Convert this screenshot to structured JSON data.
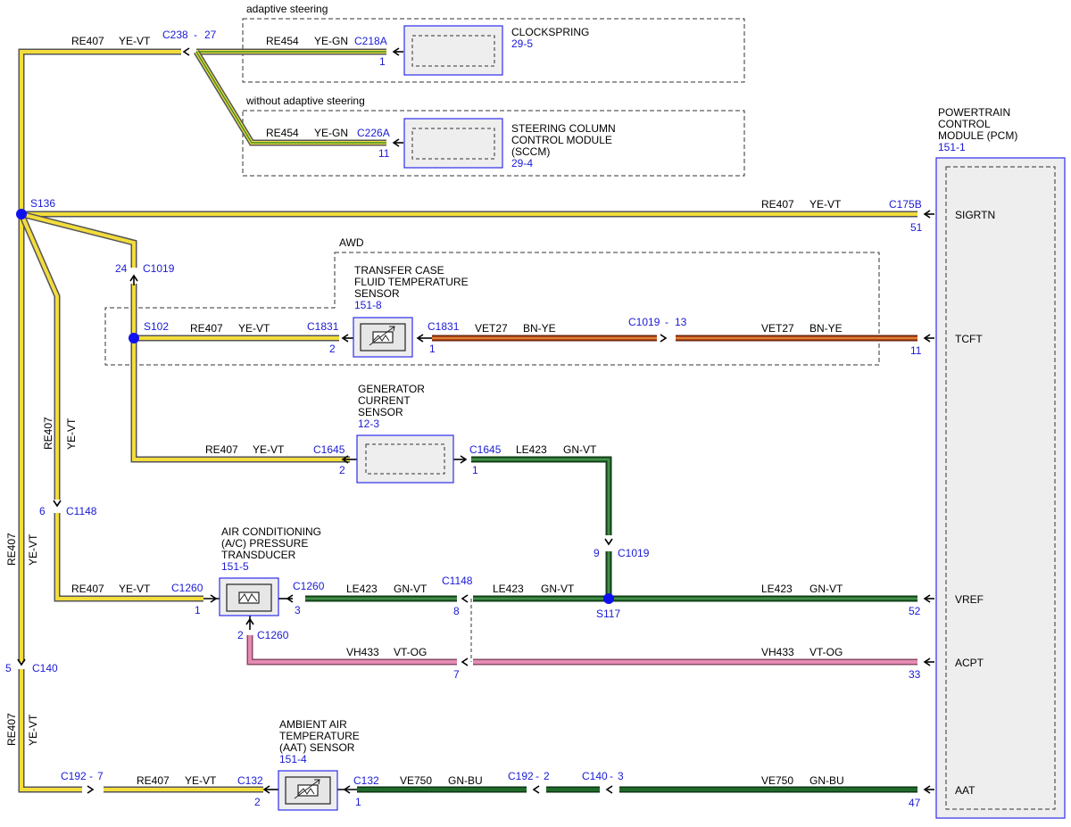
{
  "colors": {
    "ye_vt_wire": "#f2dd3c",
    "ye_gn_wire": "#f2dd3c",
    "gn_vt_wire": "#1f6b2a",
    "gn_bu_wire": "#1f6b2a",
    "bn_ye_wire": "#c0451a",
    "vt_og_wire": "#e58bb3",
    "splice": "#1010ee",
    "component_border": "#2d2df0",
    "label_blue": "#1a1ad6"
  },
  "groups": {
    "adaptive": "adaptive steering",
    "without_adaptive": "without adaptive steering",
    "awd": "AWD"
  },
  "components": {
    "clockspring": {
      "name": "CLOCKSPRING",
      "ref": "29-5"
    },
    "sccm": {
      "line1": "STEERING COLUMN",
      "line2": "CONTROL MODULE",
      "line3": "(SCCM)",
      "ref": "29-4"
    },
    "pcm": {
      "line1": "POWERTRAIN",
      "line2": "CONTROL",
      "line3": "MODULE (PCM)",
      "ref": "151-1"
    },
    "tcft": {
      "line1": "TRANSFER CASE",
      "line2": "FLUID TEMPERATURE",
      "line3": "SENSOR",
      "ref": "151-8"
    },
    "gcs": {
      "line1": "GENERATOR",
      "line2": "CURRENT",
      "line3": "SENSOR",
      "ref": "12-3"
    },
    "acpt": {
      "line1": "AIR CONDITIONING",
      "line2": "(A/C) PRESSURE",
      "line3": "TRANSDUCER",
      "ref": "151-5"
    },
    "aat": {
      "line1": "AMBIENT AIR",
      "line2": "TEMPERATURE",
      "line3": "(AAT) SENSOR",
      "ref": "151-4"
    }
  },
  "pcm_pins": {
    "sigrtn": "SIGRTN",
    "tcft": "TCFT",
    "vref": "VREF",
    "acpt": "ACPT",
    "aat": "AAT"
  },
  "splices": {
    "s136": "S136",
    "s102": "S102",
    "s117": "S117"
  },
  "circuits": {
    "re407": "RE407",
    "re454": "RE454",
    "vet27": "VET27",
    "le423": "LE423",
    "vh433": "VH433",
    "ve750": "VE750"
  },
  "wire_colors": {
    "ye_vt": "YE-VT",
    "ye_gn": "YE-GN",
    "bn_ye": "BN-YE",
    "gn_vt": "GN-VT",
    "vt_og": "VT-OG",
    "gn_bu": "GN-BU"
  },
  "connectors": {
    "c238": "C238",
    "c238_pin": "27",
    "c218a": "C218A",
    "c218a_pin": "1",
    "c226a": "C226A",
    "c226a_pin": "11",
    "c175b": "C175B",
    "c175b_pin": "51",
    "c1019_top": "C1019",
    "c1019_top_pin": "24",
    "c1831_left": "C1831",
    "c1831_left_pin": "2",
    "c1831_right": "C1831",
    "c1831_right_pin": "1",
    "c1019_mid": "C1019",
    "c1019_mid_pin": "13",
    "tcft_pin": "11",
    "c1645_left": "C1645",
    "c1645_left_pin": "2",
    "c1645_right": "C1645",
    "c1645_right_pin": "1",
    "c1019_low": "C1019",
    "c1019_low_pin": "9",
    "c1148_upper": "C1148",
    "c1148_upper_pin": "6",
    "c1260_left": "C1260",
    "c1260_left_pin": "1",
    "c1260_right": "C1260",
    "c1260_right_pin": "3",
    "c1148_mid": "C1148",
    "c1148_mid_pin8": "8",
    "c1148_mid_pin7": "7",
    "vref_pin": "52",
    "c1260_bottom": "C1260",
    "c1260_bottom_pin": "2",
    "acpt_pin": "33",
    "c140_left": "C140",
    "c140_left_pin": "5",
    "c192_left": "C192",
    "c192_left_pin": "7",
    "c132_left": "C132",
    "c132_left_pin": "2",
    "c132_right": "C132",
    "c132_right_pin": "1",
    "c192_right": "C192",
    "c192_right_pin": "2",
    "c140_right": "C140",
    "c140_right_pin": "3",
    "aat_pin": "47",
    "dash": "-"
  }
}
